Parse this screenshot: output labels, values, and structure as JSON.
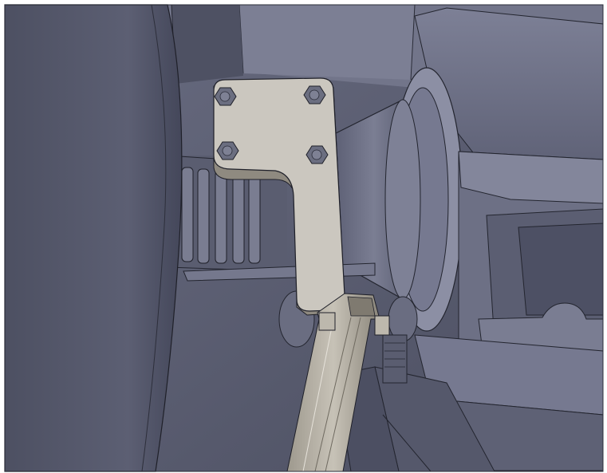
{
  "scene": {
    "kind": "cad-render",
    "colors": {
      "background": "#ffffff",
      "housing_dark": "#54576a",
      "housing_mid": "#6c6f84",
      "housing_light": "#8a8da2",
      "housing_shadow": "#3e4152",
      "edge": "#1f2029",
      "bracket_face": "#c9c5bd",
      "bracket_side": "#8f8a80",
      "bolt": "#6b6e80",
      "tube": "#b7b2a7",
      "tube_shadow": "#7f7a70"
    },
    "parts": [
      "left-drum",
      "right-housing",
      "conical-hub",
      "spring-stack",
      "l-bracket",
      "bolt-top-left",
      "bolt-top-right",
      "bolt-mid-left",
      "bolt-mid-right",
      "square-tube-arm",
      "lower-rails"
    ]
  }
}
